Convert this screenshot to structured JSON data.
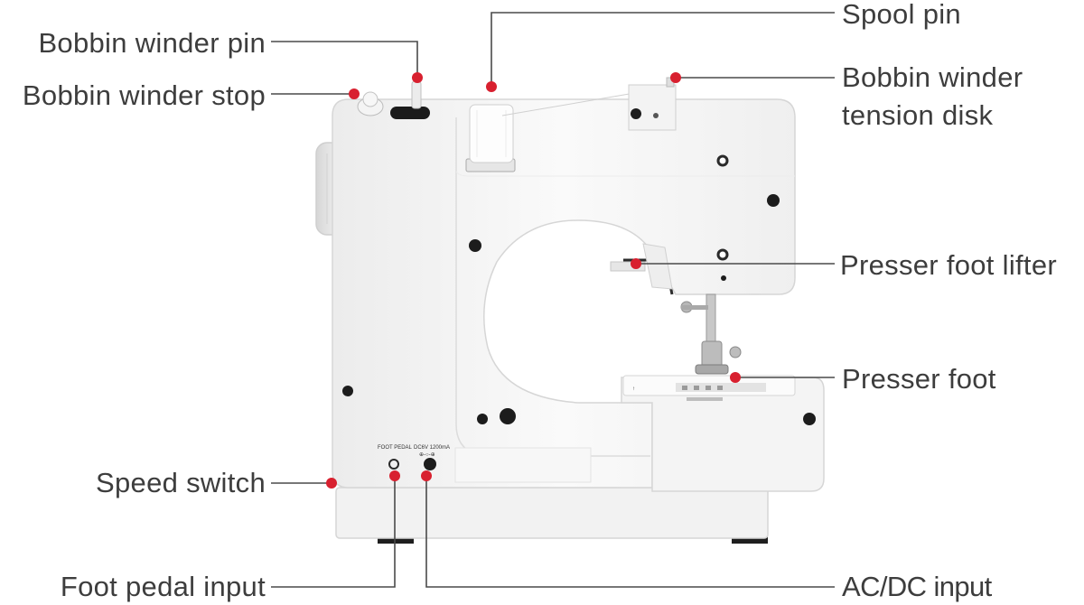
{
  "title": "",
  "colors": {
    "marker": "#d8202f",
    "leader": "#4a4a4a",
    "label_text": "#3d3d3d",
    "machine_body": "#f6f6f6",
    "machine_edge": "#d9d9d9"
  },
  "labels": {
    "bobbin_winder_pin": "Bobbin winder pin",
    "bobbin_winder_stop": "Bobbin winder stop",
    "spool_pin": "Spool pin",
    "bobbin_winder_tension_disk_line1": "Bobbin winder",
    "bobbin_winder_tension_disk_line2": "tension disk",
    "presser_foot_lifter": "Presser foot lifter",
    "presser_foot": "Presser foot",
    "speed_switch": "Speed switch",
    "foot_pedal_input": "Foot pedal input",
    "ac_dc_input": "AC/DC input"
  },
  "panel_text": {
    "foot_pedal": "FOOT PEDAL",
    "dc_rating": "DC6V 1200mA"
  }
}
